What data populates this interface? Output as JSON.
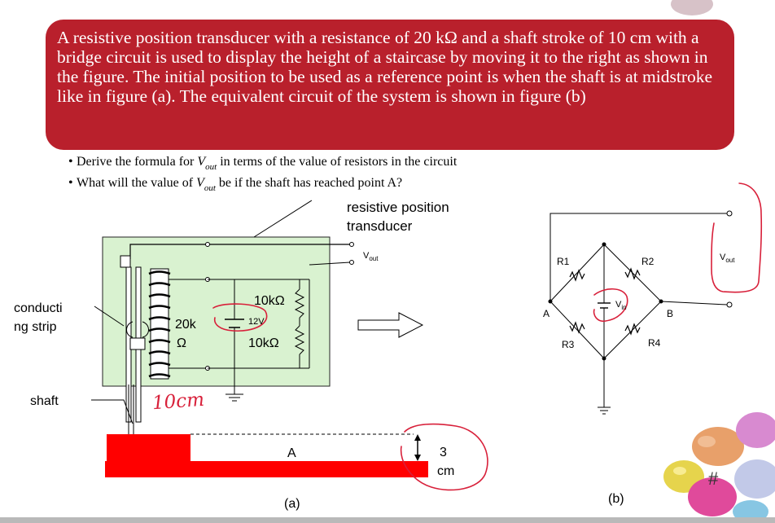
{
  "problem": {
    "statement": "A resistive position transducer with a resistance of 20 kΩ and a shaft stroke of 10 cm with a bridge circuit is used to display the height of a staircase by moving it to the right as shown in the figure. The initial position to be used as a reference point is when the shaft is at midstroke like in figure (a). The equivalent circuit of the system is shown in figure (b)",
    "bullet1_pre": "Derive the formula for ",
    "bullet1_post": " in terms of the value of resistors in the circuit",
    "bullet2_pre": "What will the value of ",
    "bullet2_post": " be if the shaft has reached point A?",
    "vout_base": "V",
    "vout_sub": "out"
  },
  "figure_a": {
    "label_transducer_1": "resistive position",
    "label_transducer_2": "transducer",
    "label_vout_base": "V",
    "label_vout_sub": "out",
    "label_conducting_1": "conducti",
    "label_conducting_2": "ng strip",
    "label_shaft": "shaft",
    "label_20k_1": "20k",
    "label_20k_2": "Ω",
    "label_10k_top": "10kΩ",
    "label_10k_bottom": "10kΩ",
    "label_12v": "12V",
    "label_point_a": "A",
    "label_3": "3",
    "label_cm": "cm",
    "handwritten": "10cm",
    "caption": "(a)"
  },
  "figure_b": {
    "label_r1": "R1",
    "label_r2": "R2",
    "label_r3": "R3",
    "label_r4": "R4",
    "label_a": "A",
    "label_b": "B",
    "label_vin_base": "V",
    "label_vin_sub": "in",
    "label_vout_base": "V",
    "label_vout_sub": "out",
    "caption": "(b)"
  },
  "decoration": {
    "hash_mark": "#"
  },
  "colors": {
    "banner": "#b9202c",
    "transducer_box": "#d9f2d0",
    "staircase": "#ff0000",
    "annotation_ink": "#d8203a"
  }
}
